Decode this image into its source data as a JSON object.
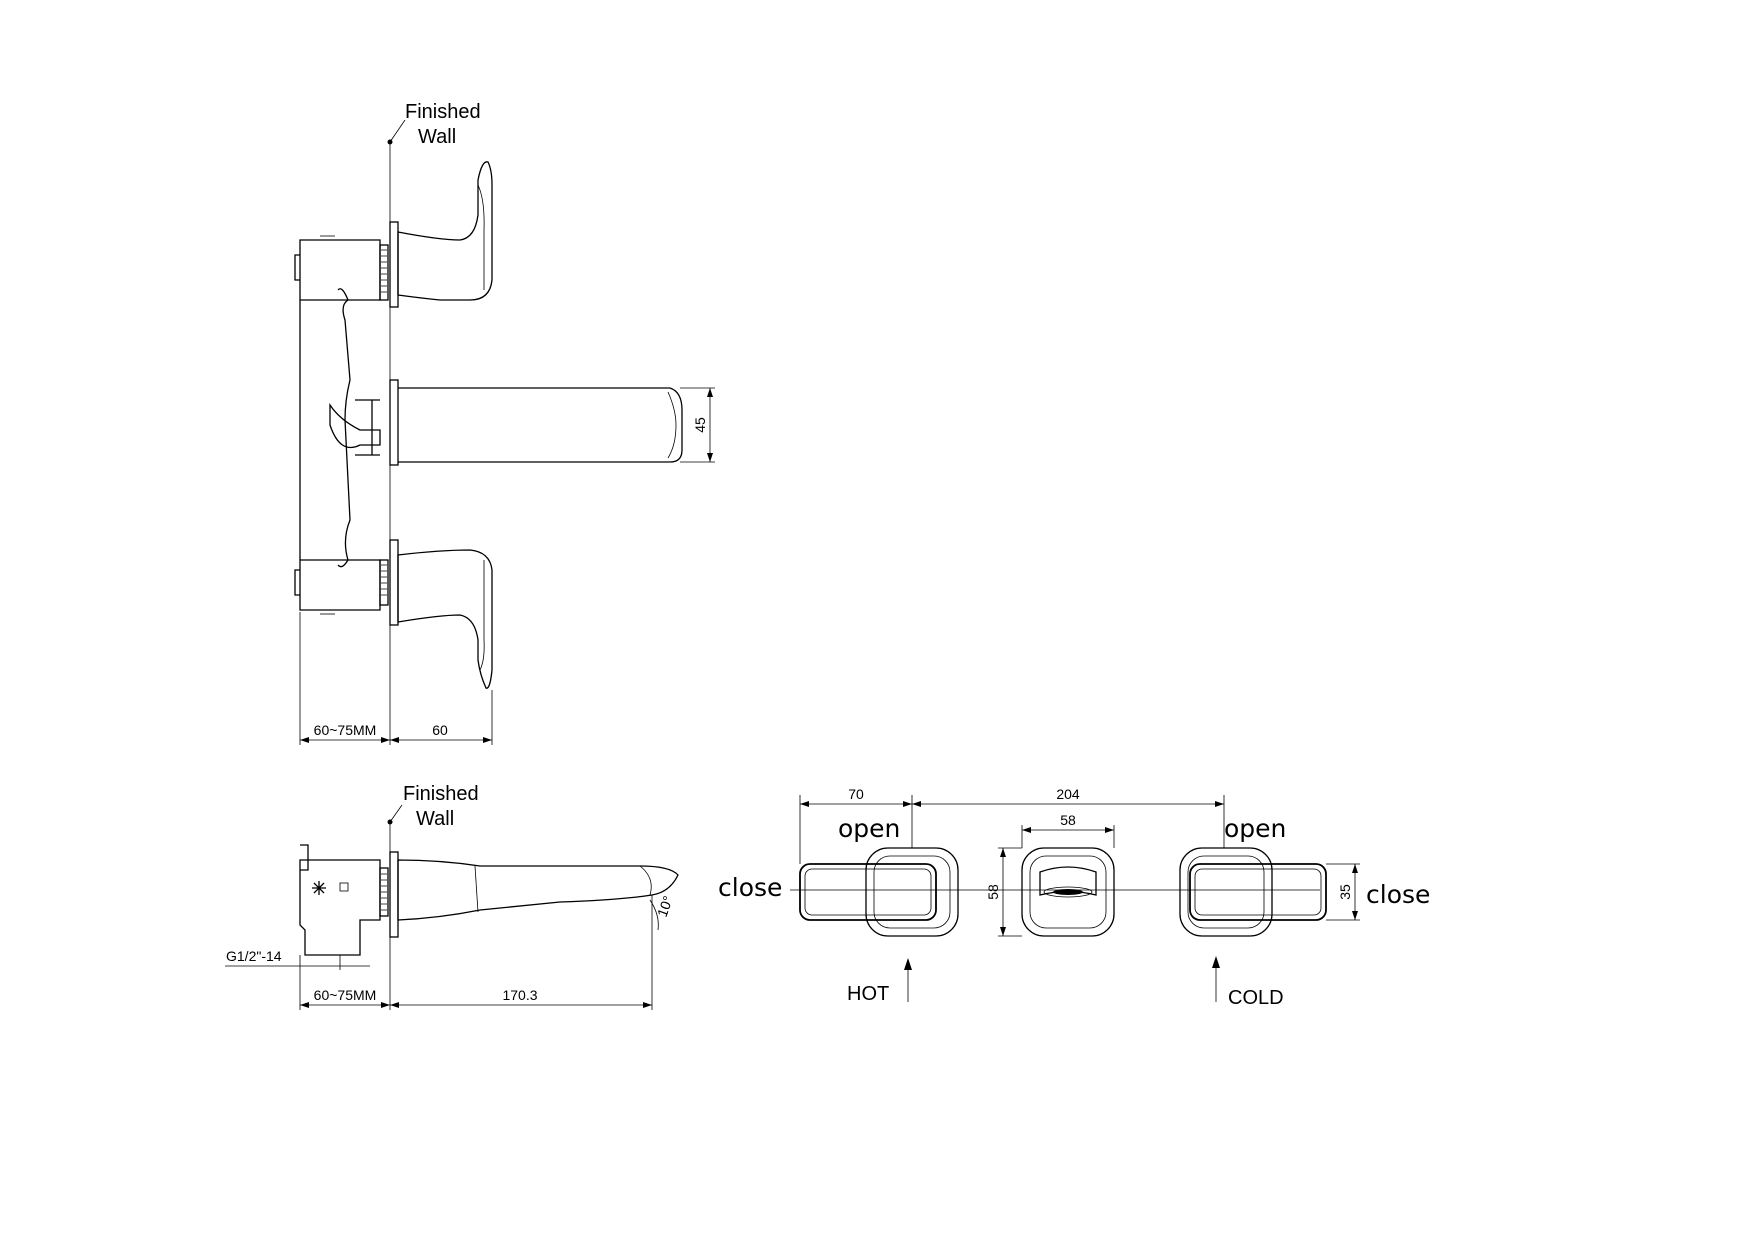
{
  "labels": {
    "finished_wall_1_line1": "Finished",
    "finished_wall_1_line2": "Wall",
    "finished_wall_2_line1": "Finished",
    "finished_wall_2_line2": "Wall",
    "open_left": "open",
    "open_right": "open",
    "close_left": "close",
    "close_right": "close",
    "hot": "HOT",
    "cold": "COLD"
  },
  "dimensions": {
    "spout_height": "45",
    "body_depth_top": "60~75MM",
    "handle_reach": "60",
    "body_depth_side": "60~75MM",
    "spout_reach": "170.3",
    "thread": "G1/2\"-14",
    "angle": "10°",
    "handle_offset": "70",
    "handle_spacing": "204",
    "plate_width": "58",
    "plate_height": "58",
    "handle_height": "35"
  }
}
